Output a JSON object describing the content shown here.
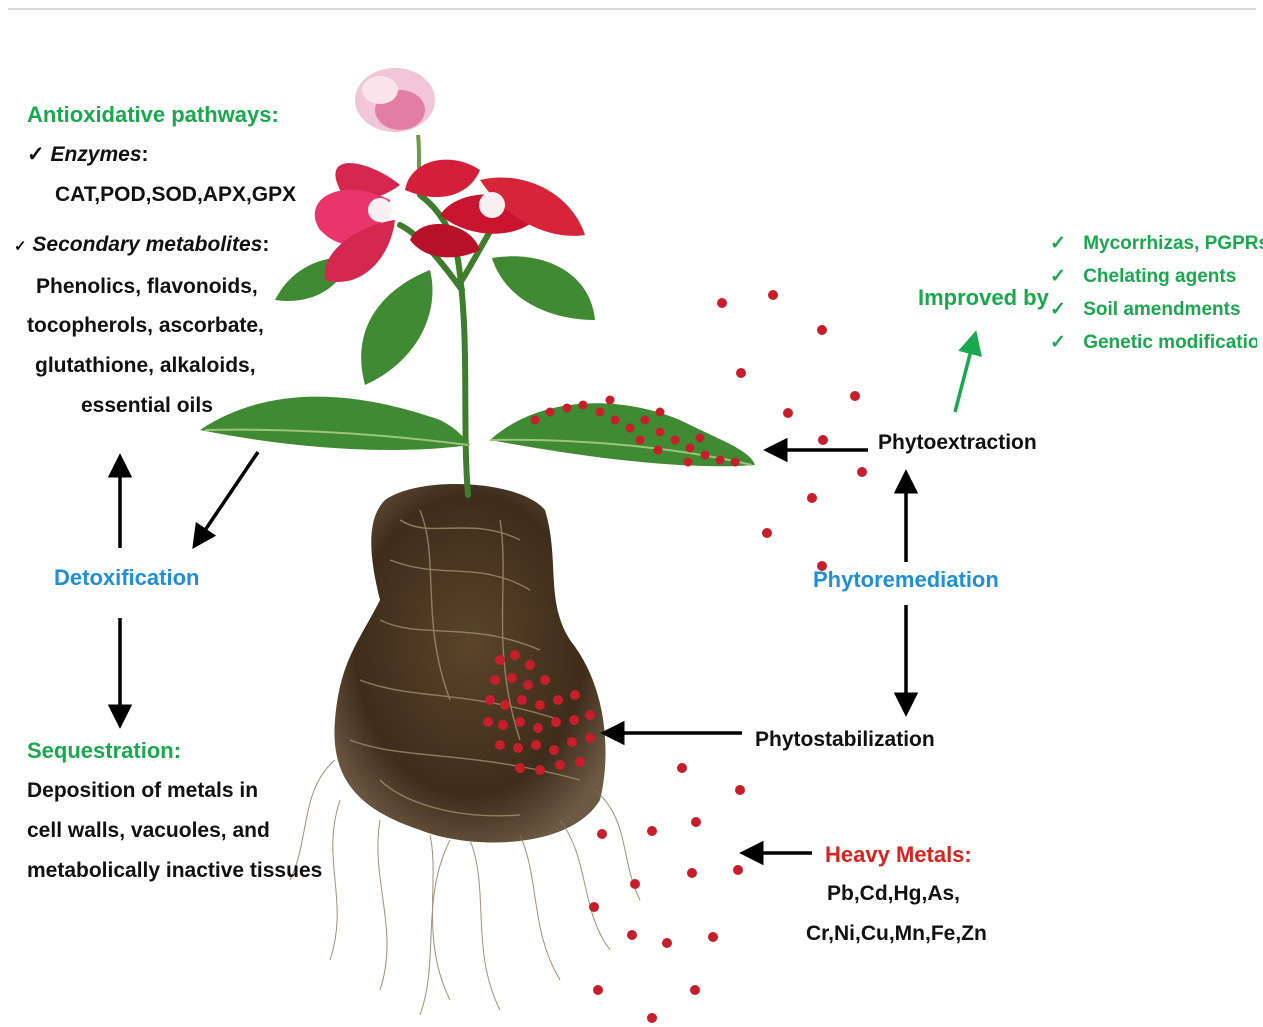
{
  "left": {
    "antioxidative_title": "Antioxidative pathways:",
    "check1": "✓",
    "enzymes_label": "Enzymes",
    "enzymes_colon": ":",
    "enzymes_list": "CAT,POD,SOD,APX,GPX",
    "check2": "✓",
    "secondary_label": "Secondary metabolites",
    "secondary_colon": ":",
    "secondary_line1": "Phenolics, flavonoids,",
    "secondary_line2": "tocopherols, ascorbate,",
    "secondary_line3": "glutathione, alkaloids,",
    "secondary_line4": "essential oils",
    "detoxification": "Detoxification",
    "sequestration_title": "Sequestration:",
    "sequestration_line1": "Deposition of metals in",
    "sequestration_line2": "cell walls, vacuoles, and",
    "sequestration_line3": "metabolically inactive tissues"
  },
  "right": {
    "improved_by": "Improved by",
    "improvements": [
      {
        "check": "✓",
        "label": "Mycorrhizas, PGPRs"
      },
      {
        "check": "✓",
        "label": "Chelating agents"
      },
      {
        "check": "✓",
        "label": "Soil amendments"
      },
      {
        "check": "✓",
        "label": "Genetic modifications"
      }
    ],
    "phytoextraction": "Phytoextraction",
    "phytoremediation": "Phytoremediation",
    "phytostabilization": "Phytostabilization",
    "heavy_metals_title": "Heavy Metals:",
    "heavy_metals_line1": "Pb,Cd,Hg,As,",
    "heavy_metals_line2": "Cr,Ni,Cu,Mn,Fe,Zn"
  },
  "colors": {
    "green": "#1aa84f",
    "blue": "#1f8fd6",
    "red": "#d8231f",
    "leaf": "#3f8a32",
    "soil": "#4a3722",
    "metal_particle": "#c81e2b"
  }
}
